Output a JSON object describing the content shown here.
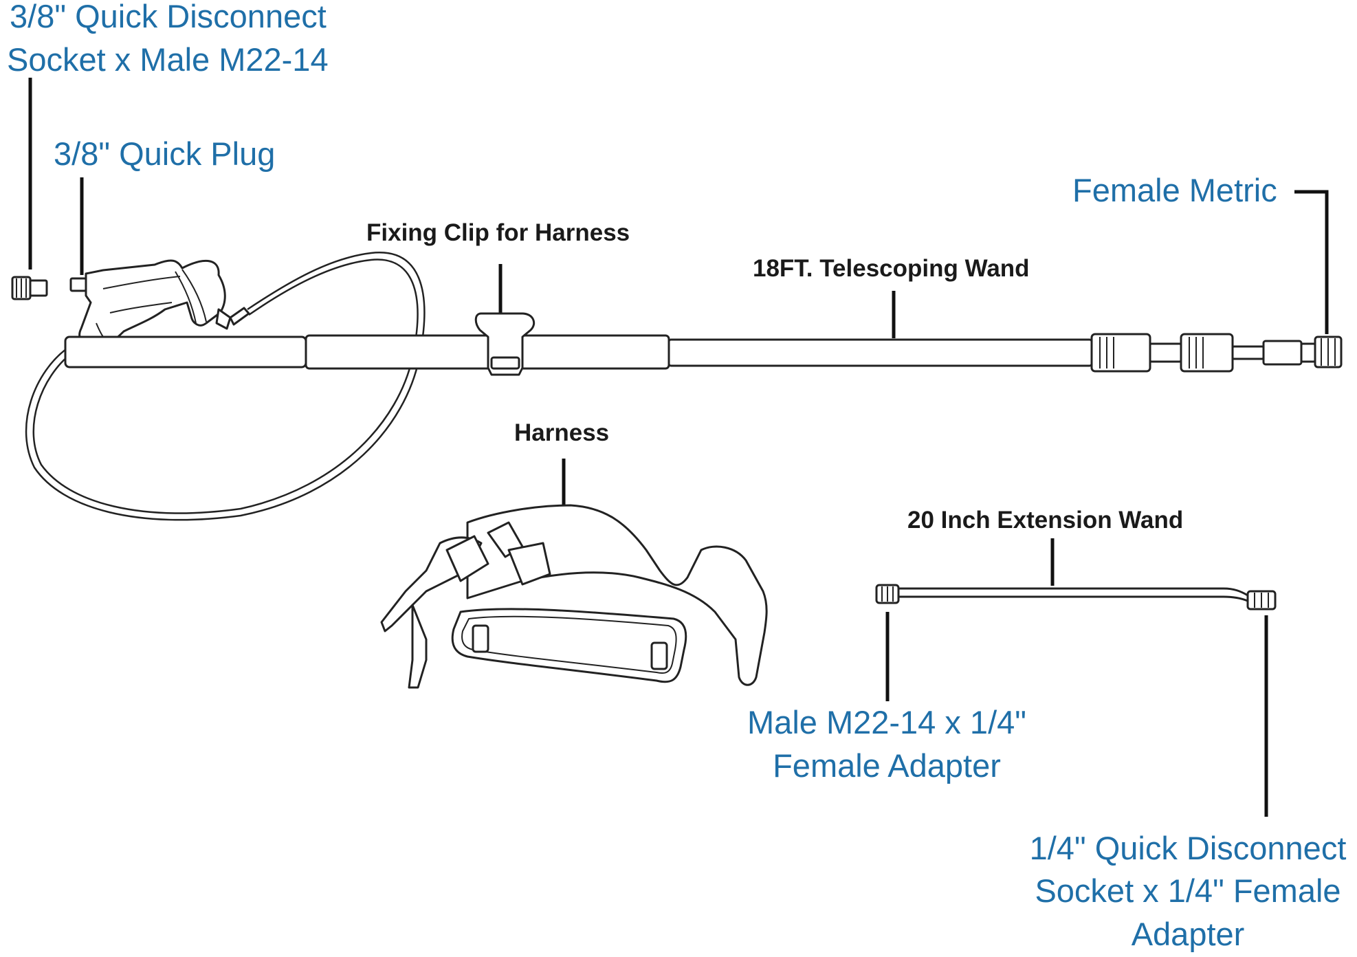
{
  "callouts": {
    "socket_m22": [
      "3/8\" Quick Disconnect",
      "Socket x Male M22-14"
    ],
    "quick_plug": "3/8\" Quick Plug",
    "fixing_clip": "Fixing Clip for Harness",
    "telescoping_wand": "18FT. Telescoping Wand",
    "female_metric": "Female Metric",
    "harness": "Harness",
    "extension_wand": "20 Inch Extension Wand",
    "male_adapter": [
      "Male M22-14 x 1/4\"",
      "Female Adapter"
    ],
    "quarter_socket": [
      "1/4\" Quick Disconnect",
      "Socket x 1/4\" Female",
      "Adapter"
    ]
  },
  "colors": {
    "callout_blue": "#1f6fa8",
    "label_dark": "#1a1a1a",
    "line_art": "#222222"
  }
}
